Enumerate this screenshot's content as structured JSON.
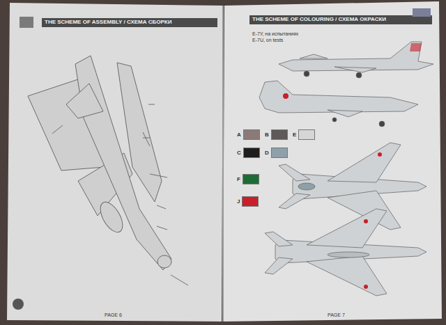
{
  "diagram": {
    "title": "THE SCHEME OF ASSEMBLY / СХЕМА СБОРКИ",
    "labels": [
      "THE SCHEME OF COLOURING / СХЕМА ОКРАСКИ",
      "Е-7У, на испытаниях",
      "Е-7U, on tests",
      "PAGE 6",
      "PAGE 7"
    ],
    "legend": [
      {
        "text": "A",
        "color": "#8a7a78"
      },
      {
        "text": "B",
        "color": "#5e5a5a"
      },
      {
        "text": "C",
        "color": "#1e1e1e"
      },
      {
        "text": "D",
        "color": "#8ea0a8"
      },
      {
        "text": "E",
        "color": "#d6d6d6"
      },
      {
        "text": "F",
        "color": "#1f6b35"
      },
      {
        "text": "J",
        "color": "#c8202a"
      }
    ]
  }
}
